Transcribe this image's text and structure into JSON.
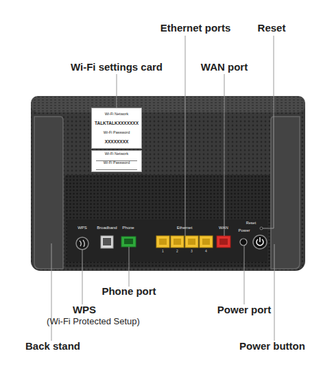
{
  "diagram": {
    "nodes": [
      {
        "text": [
          "Wi-Fi Network",
          "TALKTALKXXXXXXX",
          "Wi-Fi Password",
          "XXXXXXXX"
        ]
      },
      {
        "text": [
          "Wi-Fi Network",
          "Wi-Fi Password"
        ]
      }
    ],
    "labels": [
      "Ethernet ports",
      "Reset",
      "Wi-Fi settings card",
      "WAN port",
      "WPS",
      "Broadband",
      "Phone",
      "Ethernet",
      "WAN",
      "Reset",
      "Power",
      "1",
      "2",
      "3",
      "4",
      "Phone port",
      "WPS",
      "(Wi-Fi Protected Setup)",
      "Power port",
      "Back stand",
      "Power button"
    ]
  }
}
